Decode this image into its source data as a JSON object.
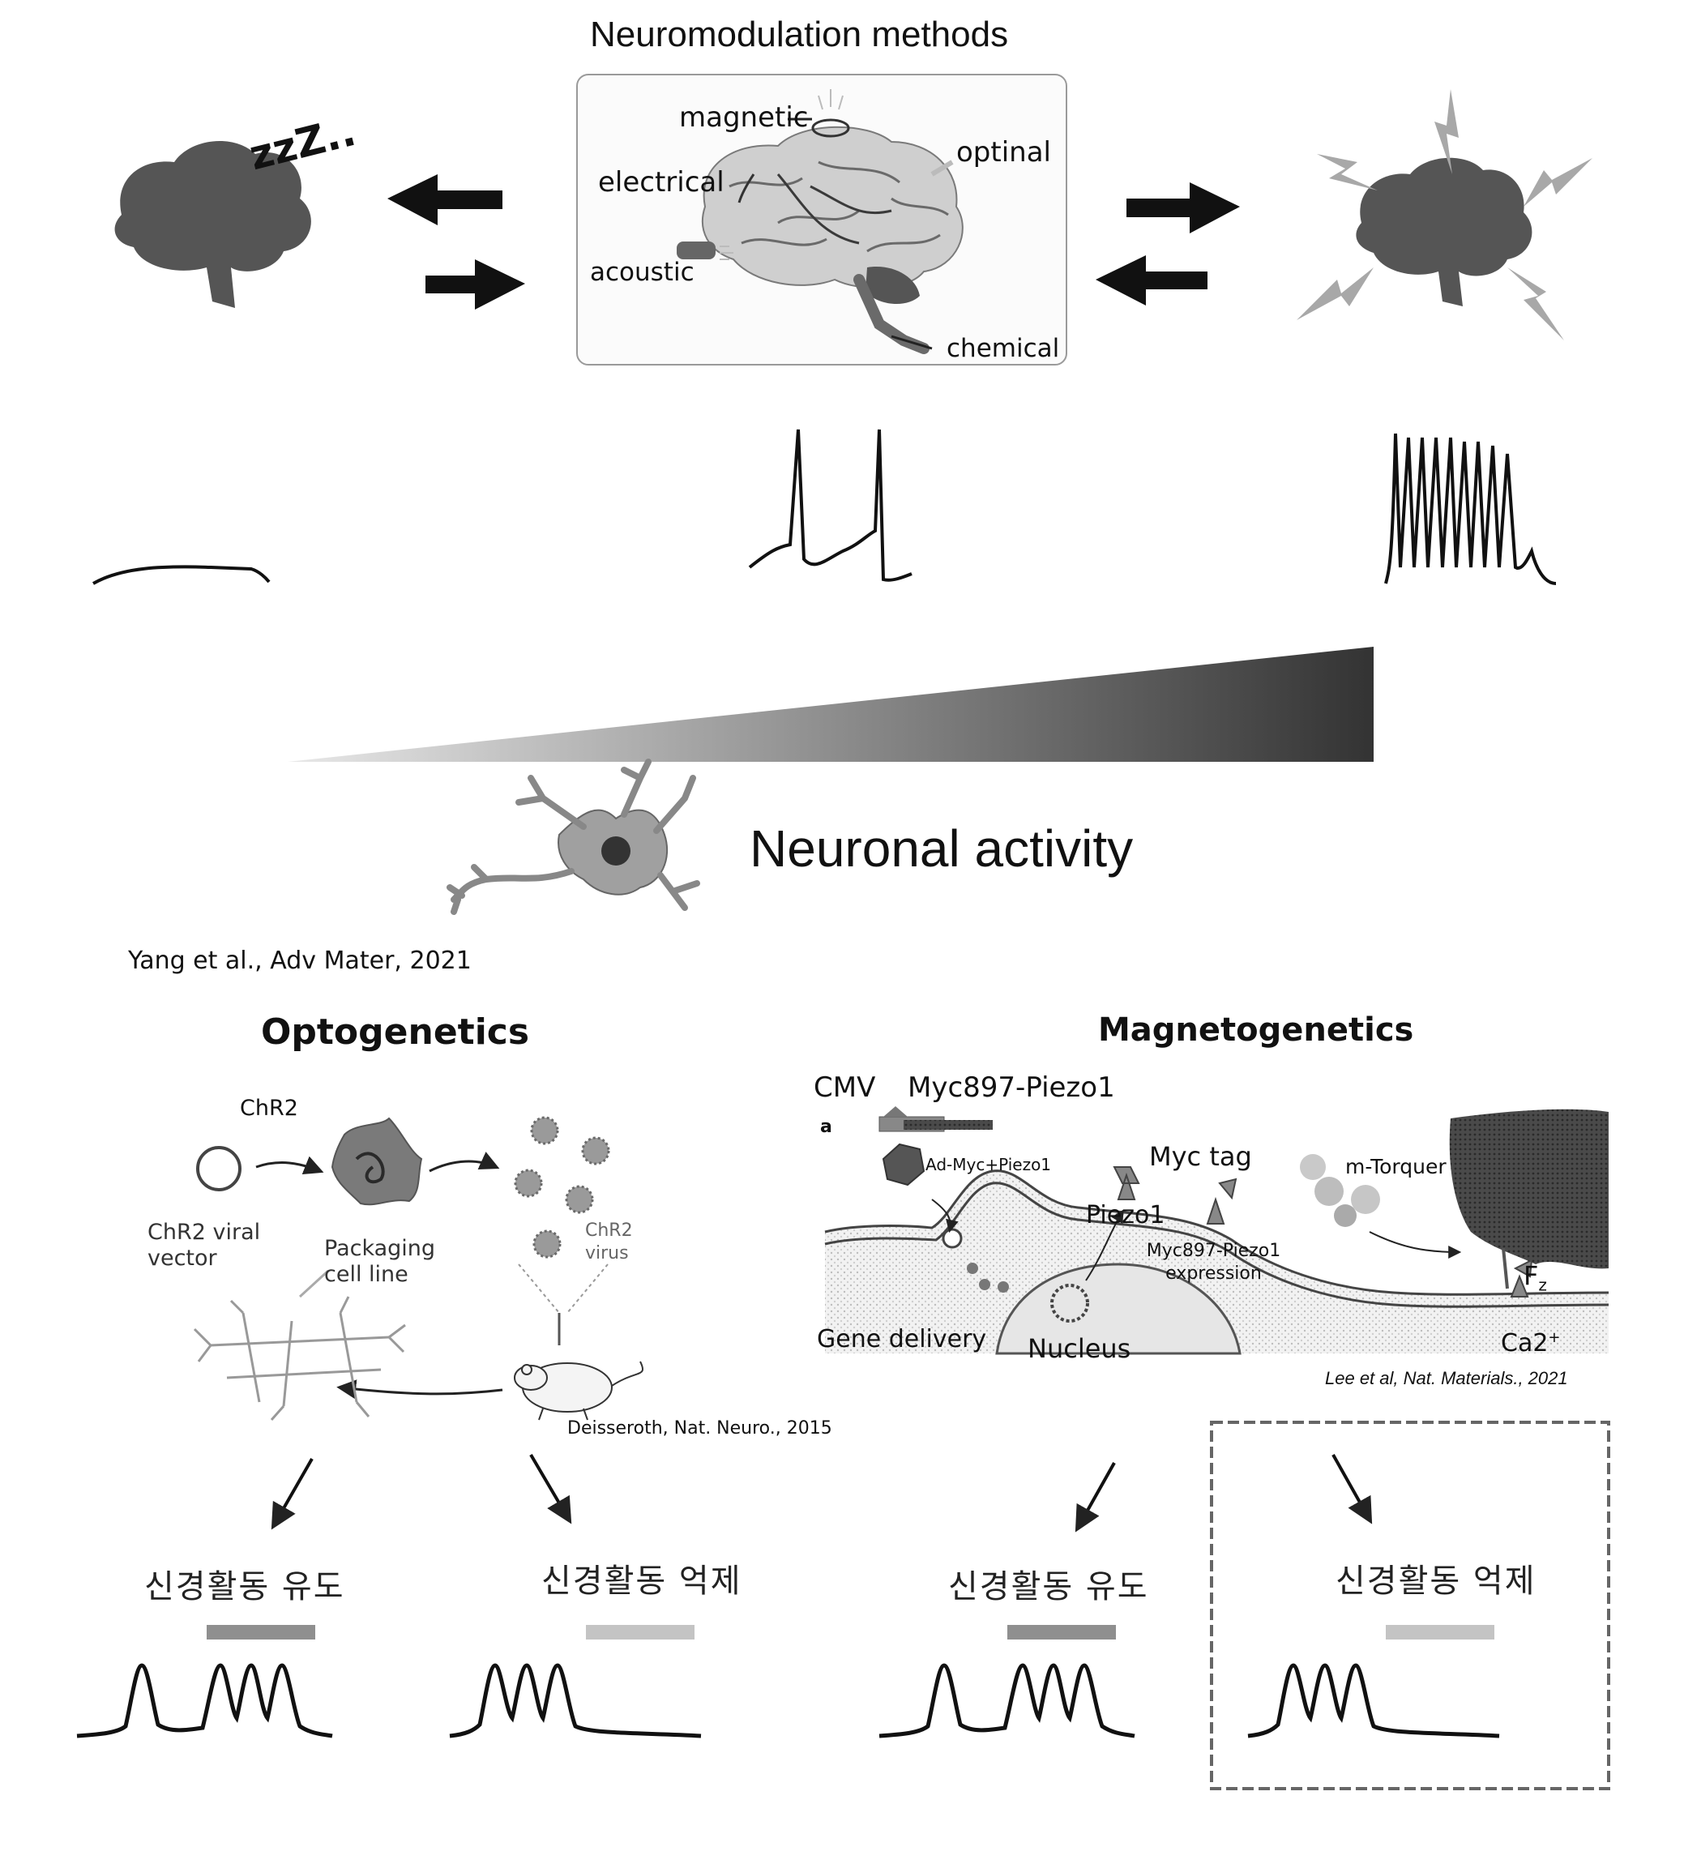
{
  "top": {
    "title": "Neuromodulation methods",
    "sleep_mark": "zzZ..",
    "methods": {
      "magnetic": "magnetic",
      "optinal": "optinal",
      "electrical": "electrical",
      "acoustic": "acoustic",
      "chemical": "chemical"
    },
    "activity_label": "Neuronal activity",
    "citation": "Yang et al., Adv Mater, 2021"
  },
  "optogenetics": {
    "title": "Optogenetics",
    "chr2": "ChR2",
    "vector": "ChR2 viral vector",
    "packaging": "Packaging cell line",
    "virus": "ChR2 virus",
    "citation": "Deisseroth, Nat. Neuro., 2015"
  },
  "magnetogenetics": {
    "title": "Magnetogenetics",
    "cmv": "CMV",
    "construct": "Myc897-Piezo1",
    "panel_letter": "a",
    "ad_myc": "Ad-Myc+Piezo1",
    "myc_tag": "Myc tag",
    "m_torquer": "m-Torquer",
    "piezo1": "Piezo1",
    "expression": "Myc897-Piezo1 expression",
    "fz": "F",
    "fz_sub": "z",
    "ca": "Ca2",
    "ca_sup": "+",
    "gene_delivery": "Gene delivery",
    "nucleus": "Nucleus",
    "citation": "Lee et al, Nat. Materials., 2021"
  },
  "outcomes": {
    "induce": "신경활동 유도",
    "inhibit": "신경활동 억제"
  },
  "colors": {
    "brain": "#555555",
    "lightning": "#a8a8a8",
    "bar_induce": "#8f8f8f",
    "bar_inhibit": "#c4c4c4",
    "dashed_border": "#666666"
  },
  "icons": [
    "sleeping-brain-icon",
    "brain-anatomy-icon",
    "excited-brain-icon",
    "neuron-icon",
    "mouse-icon",
    "virus-icon",
    "nanoparticle-icon"
  ]
}
